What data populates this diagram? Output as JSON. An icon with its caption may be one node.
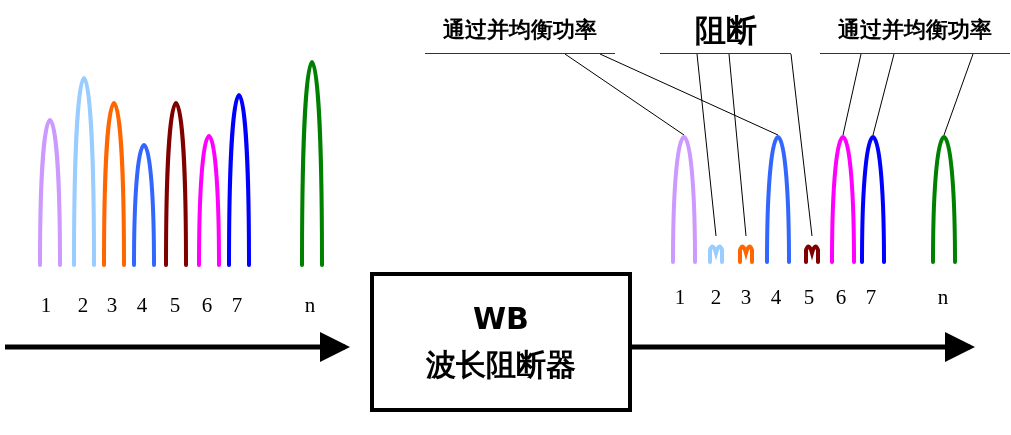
{
  "diagram": {
    "nodes": [
      {
        "text": [
          "WB",
          "波长阻断器"
        ]
      },
      {
        "text": [
          "通过并均衡功率"
        ]
      },
      {
        "text": [
          "阻断"
        ]
      },
      {
        "text": [
          "通过并均衡功率"
        ]
      },
      {
        "text": [],
        "shape": "curve"
      },
      {
        "text": [],
        "shape": "curve"
      },
      {
        "text": [],
        "shape": "curve"
      },
      {
        "text": [],
        "shape": "curve"
      },
      {
        "text": [],
        "shape": "curve"
      },
      {
        "text": [],
        "shape": "curve"
      },
      {
        "text": [],
        "shape": "curve"
      },
      {
        "text": [],
        "shape": "curve"
      }
    ],
    "edges": [
      {
        "from": null,
        "to": 0,
        "arrow": "to",
        "style": "thick"
      },
      {
        "from": 0,
        "to": null,
        "arrow": "to",
        "style": "thick"
      },
      {
        "from": 1,
        "to": 4,
        "arrow": "none"
      },
      {
        "from": 1,
        "to": 7,
        "arrow": "none"
      },
      {
        "from": 2,
        "to": 5,
        "arrow": "none"
      },
      {
        "from": 2,
        "to": 6,
        "arrow": "none"
      },
      {
        "from": 2,
        "to": 8,
        "arrow": "none"
      },
      {
        "from": 3,
        "to": 9,
        "arrow": "none"
      },
      {
        "from": 3,
        "to": 10,
        "arrow": "none"
      },
      {
        "from": 3,
        "to": 11,
        "arrow": "none"
      }
    ],
    "labels": [
      "1",
      "2",
      "3",
      "4",
      "5",
      "6",
      "7",
      "n",
      "1",
      "2",
      "3",
      "4",
      "5",
      "6",
      "7",
      "n"
    ]
  }
}
